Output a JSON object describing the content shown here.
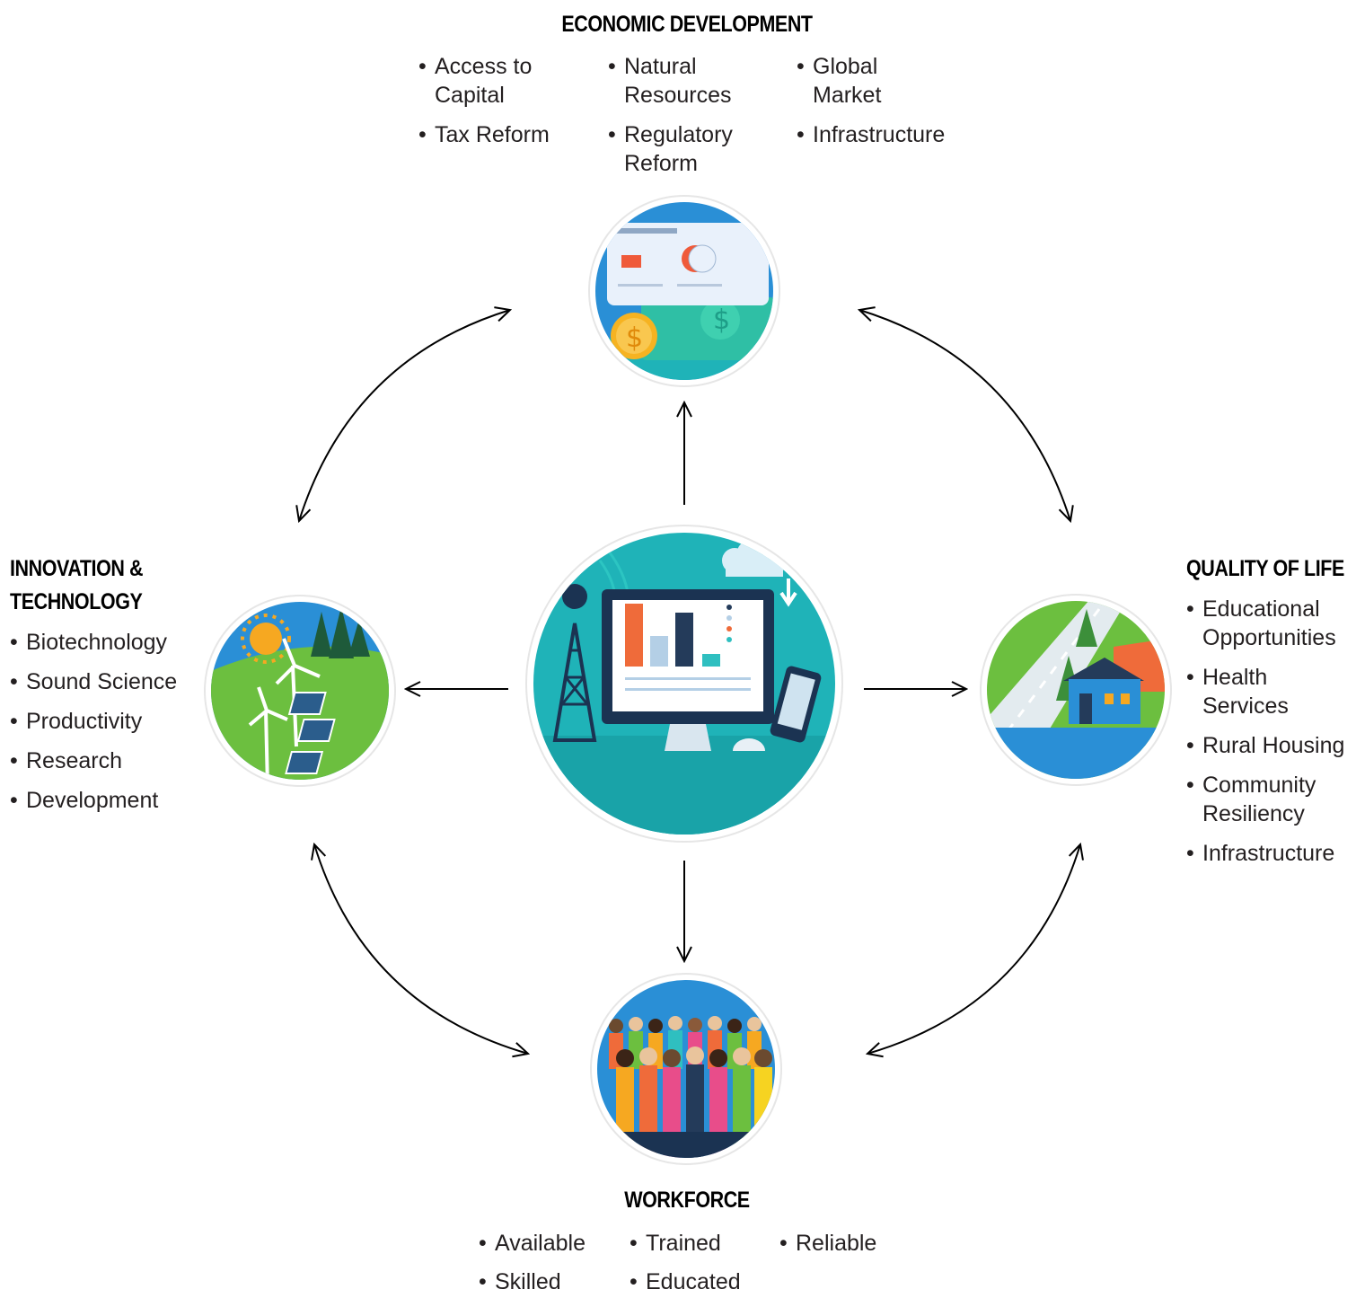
{
  "center": {
    "icon": "computer-screen-icon"
  },
  "economic": {
    "title": "ECONOMIC DEVELOPMENT",
    "icon": "credit-card-money-icon",
    "col1": [
      "Access to Capital",
      "Tax Reform"
    ],
    "col2": [
      "Natural Resources",
      "Regulatory Reform"
    ],
    "col3": [
      "Global Market",
      "Infrastructure"
    ]
  },
  "innovation": {
    "title_line1": "INNOVATION &",
    "title_line2": "TECHNOLOGY",
    "icon": "wind-solar-energy-icon",
    "items": [
      "Biotechnology",
      "Sound Science",
      "Productivity",
      "Research",
      "Development"
    ]
  },
  "quality": {
    "title": "QUALITY OF LIFE",
    "icon": "rural-house-icon",
    "items": [
      "Educational Opportunities",
      "Health Services",
      "Rural Housing",
      "Community Resiliency",
      "Infrastructure"
    ]
  },
  "workforce": {
    "title": "WORKFORCE",
    "icon": "people-crowd-icon",
    "col1": [
      "Available",
      "Skilled"
    ],
    "col2": [
      "Trained",
      "Educated"
    ],
    "col3": [
      "Reliable"
    ]
  },
  "colors": {
    "teal": "#1fb3b8",
    "blue": "#2a8fd6",
    "green": "#6cbf3f",
    "orange": "#ef6b3a",
    "navy": "#243b5a"
  }
}
